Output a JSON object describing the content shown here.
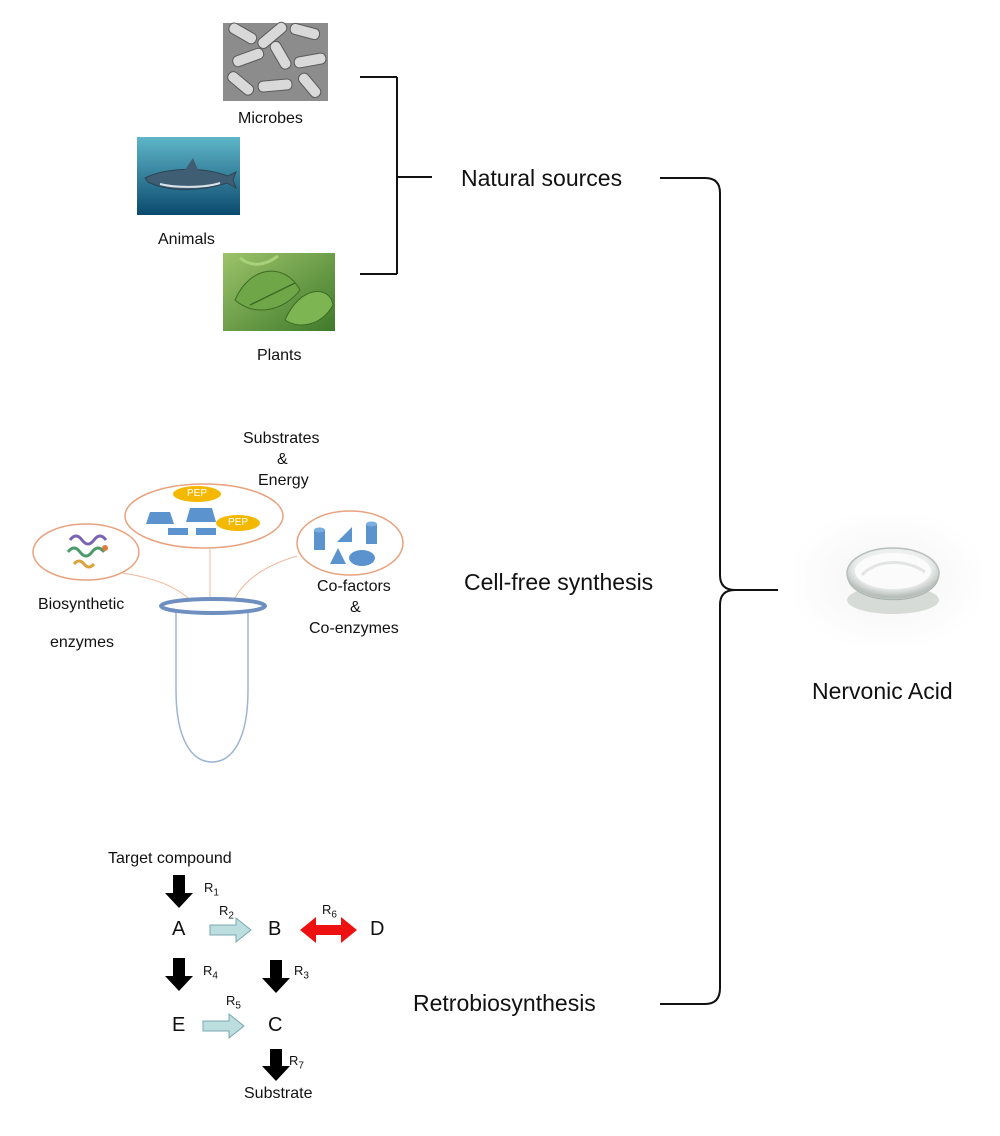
{
  "natural_sources": {
    "title": "Natural sources",
    "items": [
      {
        "label": "Microbes",
        "icon": "microbes-photo"
      },
      {
        "label": "Animals",
        "icon": "shark-photo"
      },
      {
        "label": "Plants",
        "icon": "plant-leaves-photo"
      }
    ]
  },
  "cell_free": {
    "title": "Cell-free synthesis",
    "substrates_line1": "Substrates",
    "substrates_line2": "&",
    "substrates_line3": "Energy",
    "pep_label": "PEP",
    "cofactors_line1": "Co-factors",
    "cofactors_line2": "&",
    "cofactors_line3": "Co-enzymes",
    "enzymes_line1": "Biosynthetic",
    "enzymes_line2": "enzymes"
  },
  "retro": {
    "title": "Retrobiosynthesis",
    "target": "Target compound",
    "substrate": "Substrate",
    "nodes": [
      "A",
      "B",
      "C",
      "D",
      "E"
    ],
    "reactions": [
      {
        "r": "R",
        "sub": "1"
      },
      {
        "r": "R",
        "sub": "2"
      },
      {
        "r": "R",
        "sub": "3"
      },
      {
        "r": "R",
        "sub": "4"
      },
      {
        "r": "R",
        "sub": "5"
      },
      {
        "r": "R",
        "sub": "6"
      },
      {
        "r": "R",
        "sub": "7"
      }
    ]
  },
  "product": {
    "label": "Nervonic Acid",
    "icon": "powder-bowl-photo"
  },
  "colors": {
    "bracket": "#111111",
    "black_arrow": "#000000",
    "light_arrow_fill": "#bcdede",
    "light_arrow_stroke": "#7aa7b0",
    "red_arrow": "#ee1111",
    "bubble_stroke": "#e8a27e",
    "shape_fill": "#5b93cf",
    "pep_fill": "#f5b800",
    "tube_stroke": "#9cb5d3"
  }
}
